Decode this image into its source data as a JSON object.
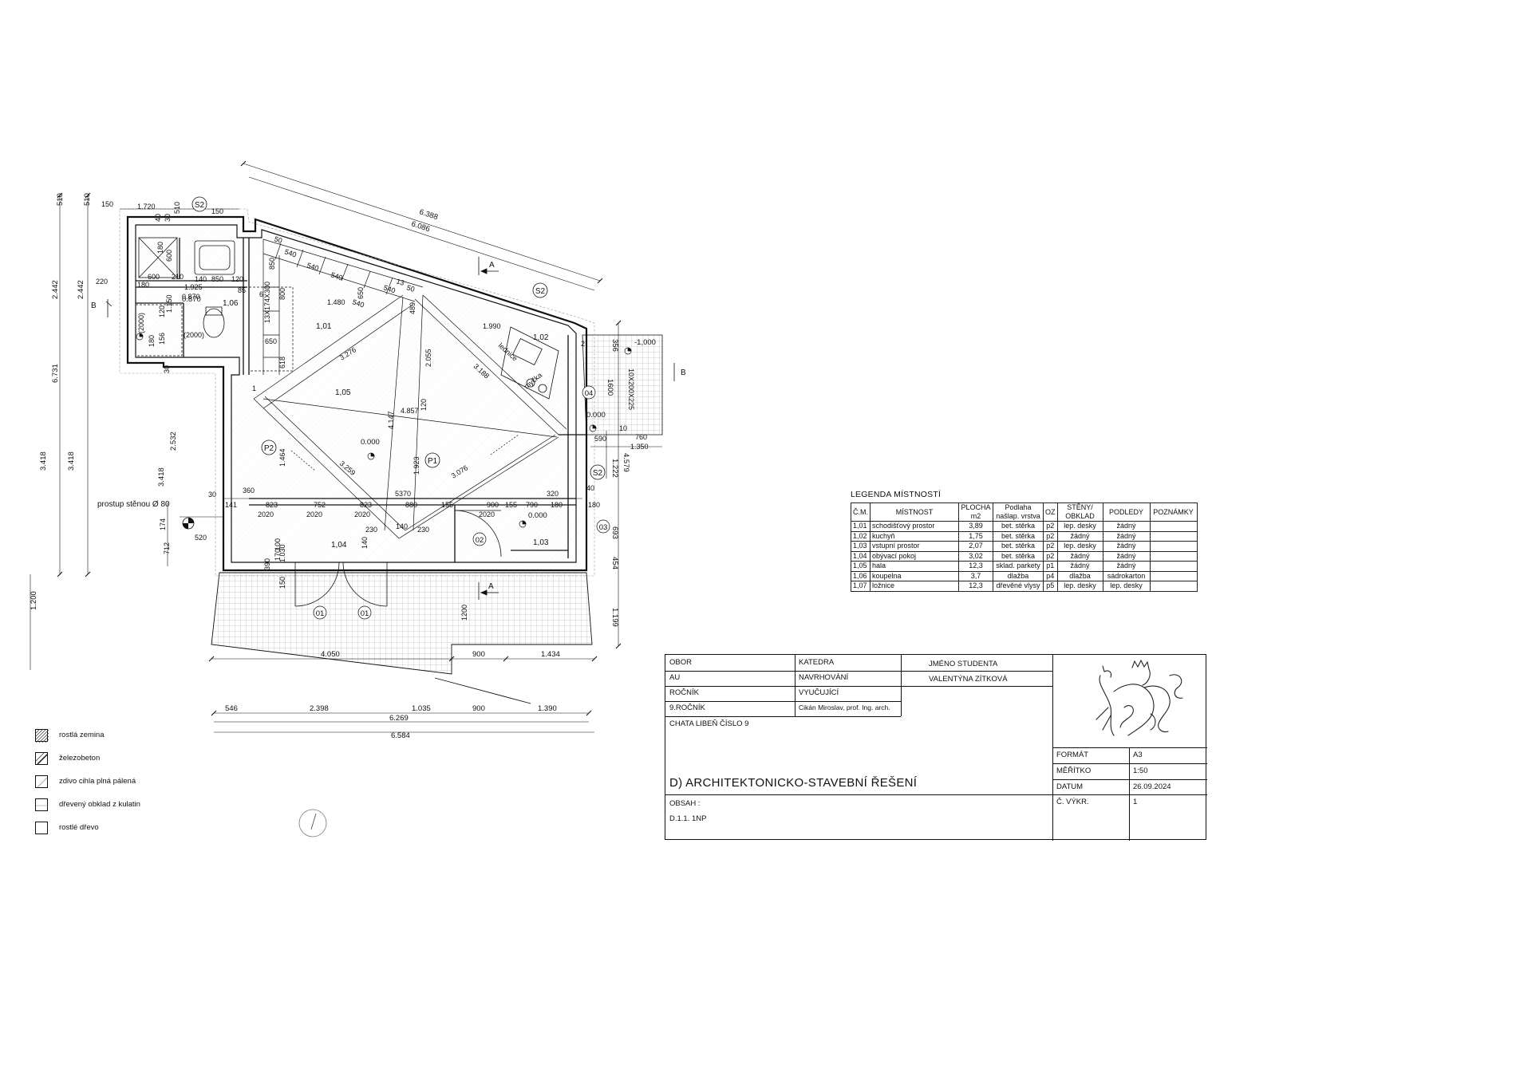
{
  "plan": {
    "dims_top": [
      "6.388",
      "6.086"
    ],
    "dims_left": [
      "510",
      "510",
      "2.442",
      "2.442",
      "6.731",
      "3.418",
      "3.418",
      "2.532",
      "3.418",
      "1.200"
    ],
    "dims_bottom": [
      "4.050",
      "900",
      "1.434"
    ],
    "dims_bottom_row2": [
      "546",
      "2.398",
      "1.035",
      "900",
      "1.390"
    ],
    "dims_bottom_total": [
      "6.269",
      "6.584"
    ],
    "dims_right": [
      "356",
      "1600",
      "4.579",
      "1.222",
      "693",
      "454",
      "1.199"
    ],
    "dims_internal": [
      "150",
      "1.720",
      "40",
      "30",
      "510",
      "150",
      "220",
      "180",
      "600",
      "210",
      "1.925",
      "140",
      "850",
      "120",
      "85",
      "1.150",
      "120",
      "156",
      "180",
      "0.870",
      "1.480",
      "650",
      "618",
      "800",
      "1.464",
      "1.030",
      "1.923",
      "2.055",
      "3.276",
      "3.259",
      "3.188",
      "3.076",
      "1.990",
      "4.147",
      "4.857",
      "5370",
      "823",
      "752",
      "823",
      "880",
      "155",
      "900",
      "155",
      "790",
      "180",
      "320",
      "141",
      "360",
      "30",
      "2020",
      "2020",
      "2020",
      "2020",
      "174",
      "712",
      "520",
      "390",
      "170",
      "100",
      "150",
      "140",
      "230",
      "230",
      "140",
      "1200",
      "590",
      "760",
      "1.350",
      "10",
      "40",
      "180",
      "540",
      "540",
      "540",
      "540",
      "540",
      "650",
      "50",
      "50",
      "13",
      "489",
      "120",
      "600",
      "850",
      "180",
      "30"
    ],
    "room_ids": [
      "1,06",
      "1,01",
      "1,02",
      "1,05",
      "1,04",
      "1,03"
    ],
    "levels": [
      "0.870",
      "0.000",
      "0.000",
      "0.000",
      "-1,000"
    ],
    "stair_label": "13X174X300",
    "stair_label_ext": "10X200X225",
    "section_markers": [
      "S2",
      "S2",
      "S2",
      "P2",
      "P1"
    ],
    "section_letters": [
      "A",
      "A",
      "B",
      "B"
    ],
    "door_ids": [
      "01",
      "01",
      "02",
      "03",
      "04"
    ],
    "window_sill": [
      "(2000)",
      "(2000)"
    ],
    "appliance_labels": [
      "lednice",
      "myčka"
    ],
    "wall_penetration": "prostup stěnou Ø 80",
    "markers_small": [
      "6",
      "2",
      "1"
    ]
  },
  "room_legend": {
    "title": "LEGENDA MÍSTNOSTÍ",
    "headers": [
      "Č.M.",
      "MÍSTNOST",
      "PLOCHA m2",
      "Podlaha našlap. vrstva",
      "OZ",
      "STĚNY/ OBKLAD",
      "PODLEDY",
      "POZNÁMKY"
    ],
    "rows": [
      [
        "1,01",
        "schodišťový prostor",
        "3,89",
        "bet. stěrka",
        "p2",
        "lep. desky",
        "žádný",
        ""
      ],
      [
        "1,02",
        "kuchyň",
        "1,75",
        "bet. stěrka",
        "p2",
        "žádný",
        "žádný",
        ""
      ],
      [
        "1,03",
        "vstupní prostor",
        "2,07",
        "bet. stěrka",
        "p2",
        "lep. desky",
        "žádný",
        ""
      ],
      [
        "1,04",
        "obývací pokoj",
        "3,02",
        "bet. stěrka",
        "p2",
        "žádný",
        "žádný",
        ""
      ],
      [
        "1,05",
        "hala",
        "12,3",
        "sklad. parkety",
        "p1",
        "žádný",
        "žádný",
        ""
      ],
      [
        "1,06",
        "koupelna",
        "3,7",
        "dlažba",
        "p4",
        "dlažba",
        "sádrokarton",
        ""
      ],
      [
        "1,07",
        "ložnice",
        "12,3",
        "dřevěné vlysy",
        "p5",
        "lep. desky",
        "lep. desky",
        ""
      ]
    ]
  },
  "title_block": {
    "obor_label": "OBOR",
    "obor_value": "AU",
    "katedra_label": "KATEDRA",
    "katedra_value": "NAVRHOVÁNÍ",
    "student_label": "JMÉNO STUDENTA",
    "student_value": "VALENTÝNA ZÍTKOVÁ",
    "rocnik_label": "ROČNÍK",
    "rocnik_value": "9.ROČNÍK",
    "vyucujici_label": "VYUČUJÍCÍ",
    "vyucujici_value": "Cikán Miroslav, prof. Ing. arch.",
    "project": "CHATA LIBEŇ ČÍSLO 9",
    "heading": "D)  ARCHITEKTONICKO-STAVEBNÍ ŘEŠENÍ",
    "obsah_label": "OBSAH :",
    "obsah_value": "D.1.1. 1NP",
    "format_label": "FORMÁT",
    "format_value": "A3",
    "meritko_label": "MĚŘÍTKO",
    "meritko_value": "1:50",
    "datum_label": "DATUM",
    "datum_value": "26.09.2024",
    "cislo_label": "Č. VÝKR.",
    "cislo_value": "1",
    "logo": "ctu-lion-logo"
  },
  "material_legend": [
    {
      "label": "rostlá zemina",
      "icon": "hatch-diagonal"
    },
    {
      "label": "železobeton",
      "icon": "hatch-concrete"
    },
    {
      "label": "zdivo cihla plná pálená",
      "icon": "hatch-brick"
    },
    {
      "label": "dřevený obklad z kulatin",
      "icon": "hatch-wood-log"
    },
    {
      "label": "rostlé dřevo",
      "icon": "hatch-wood"
    }
  ],
  "north_arrow": "north-arrow-icon",
  "colors": {
    "line": "#111111",
    "hatch": "#777777",
    "grid": "#9a9a9a"
  }
}
